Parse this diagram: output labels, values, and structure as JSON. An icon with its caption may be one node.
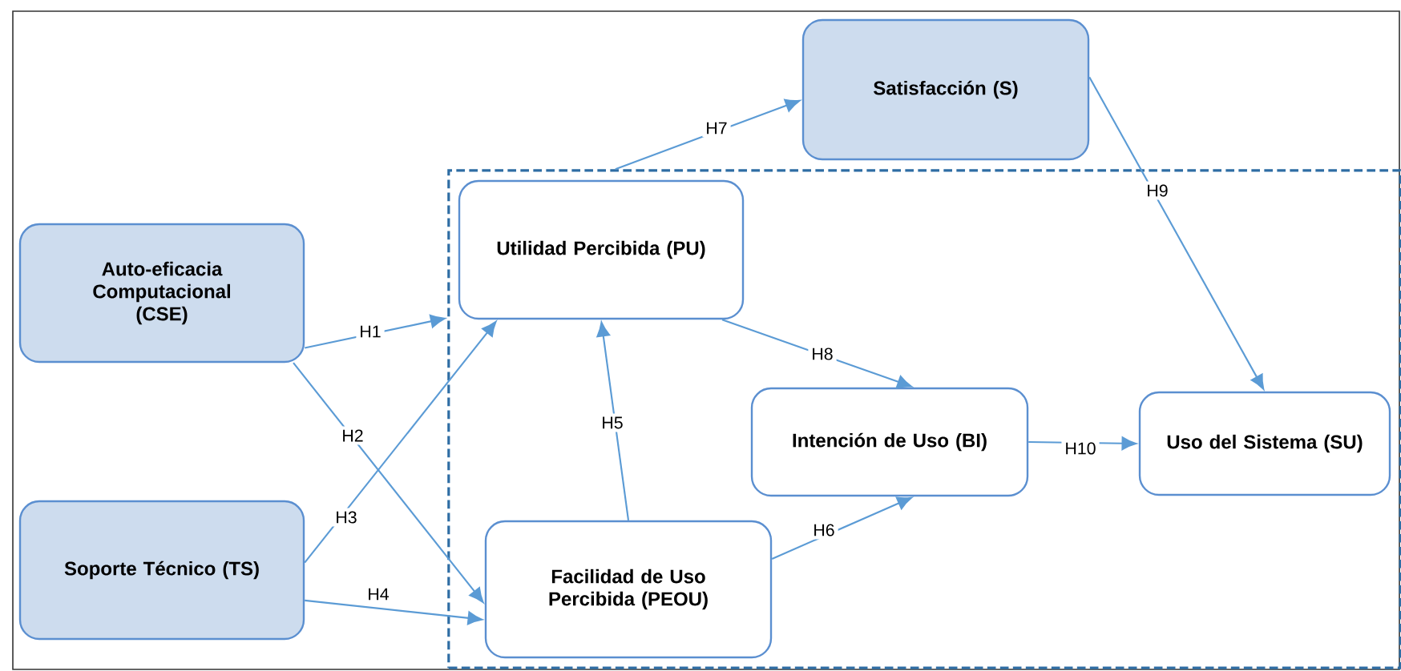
{
  "diagram": {
    "nodes": [
      {
        "text": [
          "Satisfacción (S)"
        ]
      },
      {
        "text": [
          "Auto-eficacia Computacional (CSE)"
        ]
      },
      {
        "text": [
          "Soporte Técnico (TS)"
        ]
      },
      {
        "text": [],
        "shape": "box"
      },
      {
        "text": [
          "Utilidad Percibida (PU)"
        ],
        "in": 3
      },
      {
        "text": [
          "Facilidad de Uso Percibida (PEOU)"
        ],
        "in": 3
      },
      {
        "text": [
          "Intención de Uso (BI)"
        ],
        "in": 3
      },
      {
        "text": [
          "Uso del Sistema (SU)"
        ],
        "in": 3
      }
    ],
    "edges": [
      {
        "from": 1,
        "to": 3,
        "arrow": "to",
        "label": "H1"
      },
      {
        "from": 1,
        "to": 5,
        "arrow": "to",
        "label": "H2"
      },
      {
        "from": 2,
        "to": 4,
        "arrow": "to",
        "label": "H3"
      },
      {
        "from": 2,
        "to": 5,
        "arrow": "to",
        "label": "H4"
      },
      {
        "from": 5,
        "to": 4,
        "arrow": "to",
        "label": "H5"
      },
      {
        "from": 5,
        "to": 6,
        "arrow": "to",
        "label": "H6"
      },
      {
        "from": 3,
        "to": 0,
        "arrow": "to",
        "label": "H7"
      },
      {
        "from": 4,
        "to": 6,
        "arrow": "to",
        "label": "H8"
      },
      {
        "from": 0,
        "to": 7,
        "arrow": "to",
        "label": "H9"
      },
      {
        "from": 6,
        "to": 7,
        "arrow": "to",
        "label": "H10"
      }
    ]
  }
}
